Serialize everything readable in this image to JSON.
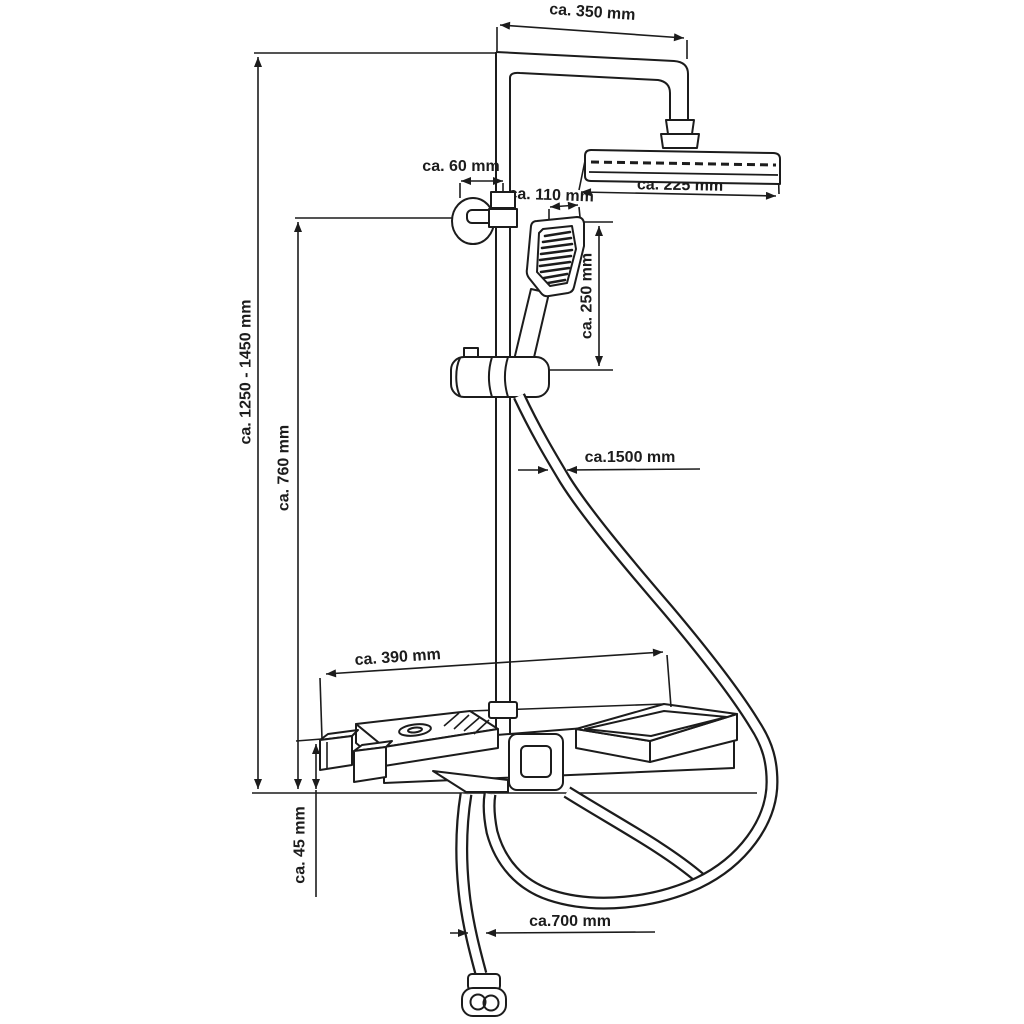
{
  "meta": {
    "background_color": "#ffffff",
    "line_color": "#1c1c1c",
    "subject": "Shower system dimensional line drawing",
    "unit": "mm"
  },
  "diagram": {
    "labels": {
      "arm_width": "ca. 350 mm",
      "wall_distance": "ca. 60 mm",
      "hand_shower_width": "ca. 110 mm",
      "rain_head_width": "ca. 225 mm",
      "hand_shower_length": "ca. 250 mm",
      "total_height": "ca. 1250 - 1450 mm",
      "riser_height": "ca. 760 mm",
      "shower_hose_length": "ca.1500 mm",
      "shelf_width": "ca. 390 mm",
      "spout_height": "ca. 45 mm",
      "outlet_hose_length": "ca.700 mm"
    }
  }
}
